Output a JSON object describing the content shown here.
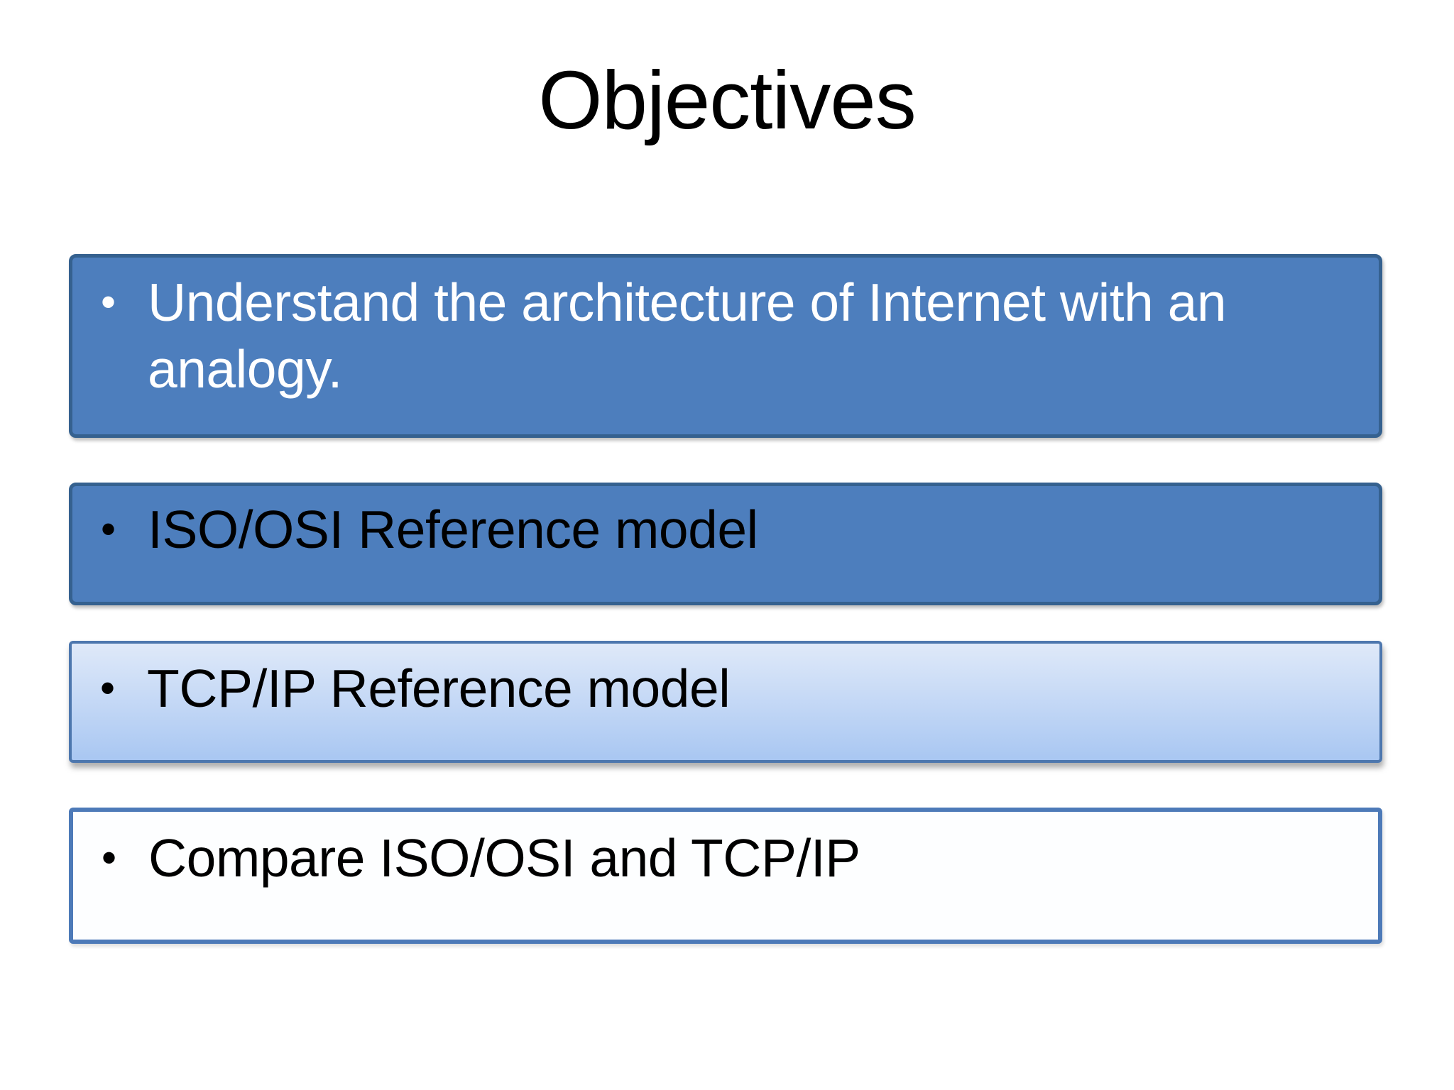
{
  "slide": {
    "title": "Objectives",
    "bullet_char": "•",
    "boxes": [
      {
        "text": "Understand the architecture of Internet with an analogy."
      },
      {
        "text": "ISO/OSI Reference model"
      },
      {
        "text": "TCP/IP Reference model"
      },
      {
        "text": "Compare ISO/OSI and TCP/IP"
      }
    ],
    "colors": {
      "background": "#ffffff",
      "title_color": "#000000",
      "accent_fill": "#4d7ebd",
      "accent_border": "#35618f",
      "box1_text": "#ffffff",
      "dark_text": "#000000",
      "light_gradient_top": "#dfe9f9",
      "light_gradient_bottom": "#a9c7f2",
      "light_border": "#4d77ae",
      "white_box_border": "#4d7ab8"
    }
  }
}
